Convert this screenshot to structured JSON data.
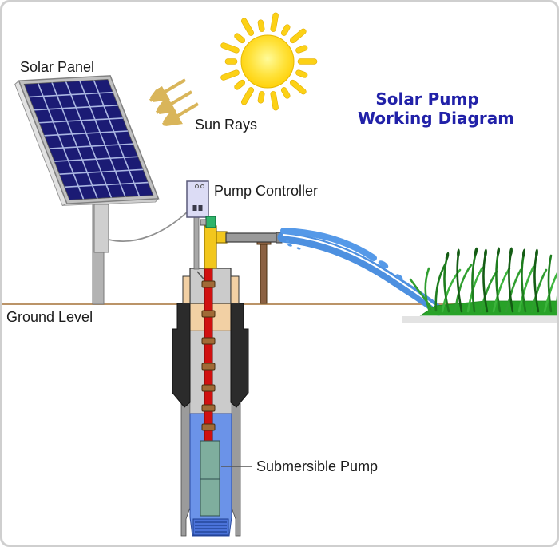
{
  "title": {
    "line1": "Solar Pump",
    "line2": "Working Diagram",
    "color": "#2121a8"
  },
  "labels": {
    "solar_panel": "Solar Panel",
    "sun_rays": "Sun Rays",
    "pump_controller": "Pump Controller",
    "ground_level": "Ground Level",
    "submersible_pump": "Submersible Pump"
  },
  "colors": {
    "sun": "#ffd400",
    "sun_ray": "#fcd116",
    "arrow": "#d9b55a",
    "panel_cell": "#1b1b74",
    "panel_grid": "#aab6e2",
    "controller_box": "#dcdcf5",
    "pipe_yellow": "#f2c71d",
    "valve_green": "#2fb46a",
    "pipe_gray": "#9a9a9a",
    "pipe_red": "#d01010",
    "coupling_brown": "#a06a36",
    "post_brown": "#8b6142",
    "water_well": "#6b93e8",
    "water_spray": "#4d90e0",
    "grass": "#28a228",
    "ground_line": "#bb9468",
    "casing_black": "#2b2b2b",
    "pump_body": "#7fae9e",
    "label_text": "#1a1a1a"
  }
}
